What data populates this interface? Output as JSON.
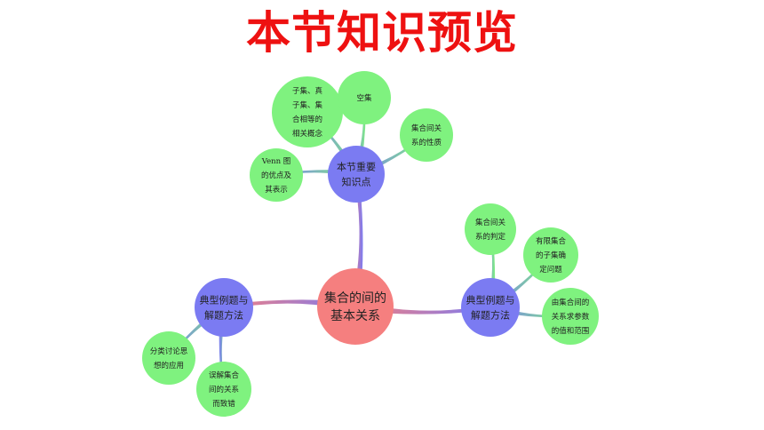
{
  "title": "本节知识预览",
  "colors": {
    "title": "#ee1111",
    "center": "#f57f7f",
    "hub": "#7b7bf2",
    "leaf": "#7ff27f"
  },
  "diagram": {
    "center": {
      "lines": [
        "集合的间的",
        "基本关系"
      ]
    },
    "hubs": [
      {
        "id": "top",
        "lines": [
          "本节重要",
          "知识点"
        ],
        "leaves": [
          {
            "lines": [
              "Venn 图",
              "的优点及",
              "其表示"
            ]
          },
          {
            "lines": [
              "子集、真",
              "子集、集",
              "合相等的",
              "相关概念"
            ]
          },
          {
            "lines": [
              "空集"
            ]
          },
          {
            "lines": [
              "集合间关",
              "系的性质"
            ]
          }
        ]
      },
      {
        "id": "left",
        "lines": [
          "典型例题与",
          "解题方法"
        ],
        "leaves": [
          {
            "lines": [
              "分类讨论思",
              "想的应用"
            ]
          },
          {
            "lines": [
              "误解集合",
              "间的关系",
              "而致错"
            ]
          }
        ]
      },
      {
        "id": "right",
        "lines": [
          "典型例题与",
          "解题方法"
        ],
        "leaves": [
          {
            "lines": [
              "集合间关",
              "系的判定"
            ]
          },
          {
            "lines": [
              "有限集合",
              "的子集确",
              "定问题"
            ]
          },
          {
            "lines": [
              "由集合间的",
              "关系求参数",
              "的值和范围"
            ]
          }
        ]
      }
    ]
  }
}
